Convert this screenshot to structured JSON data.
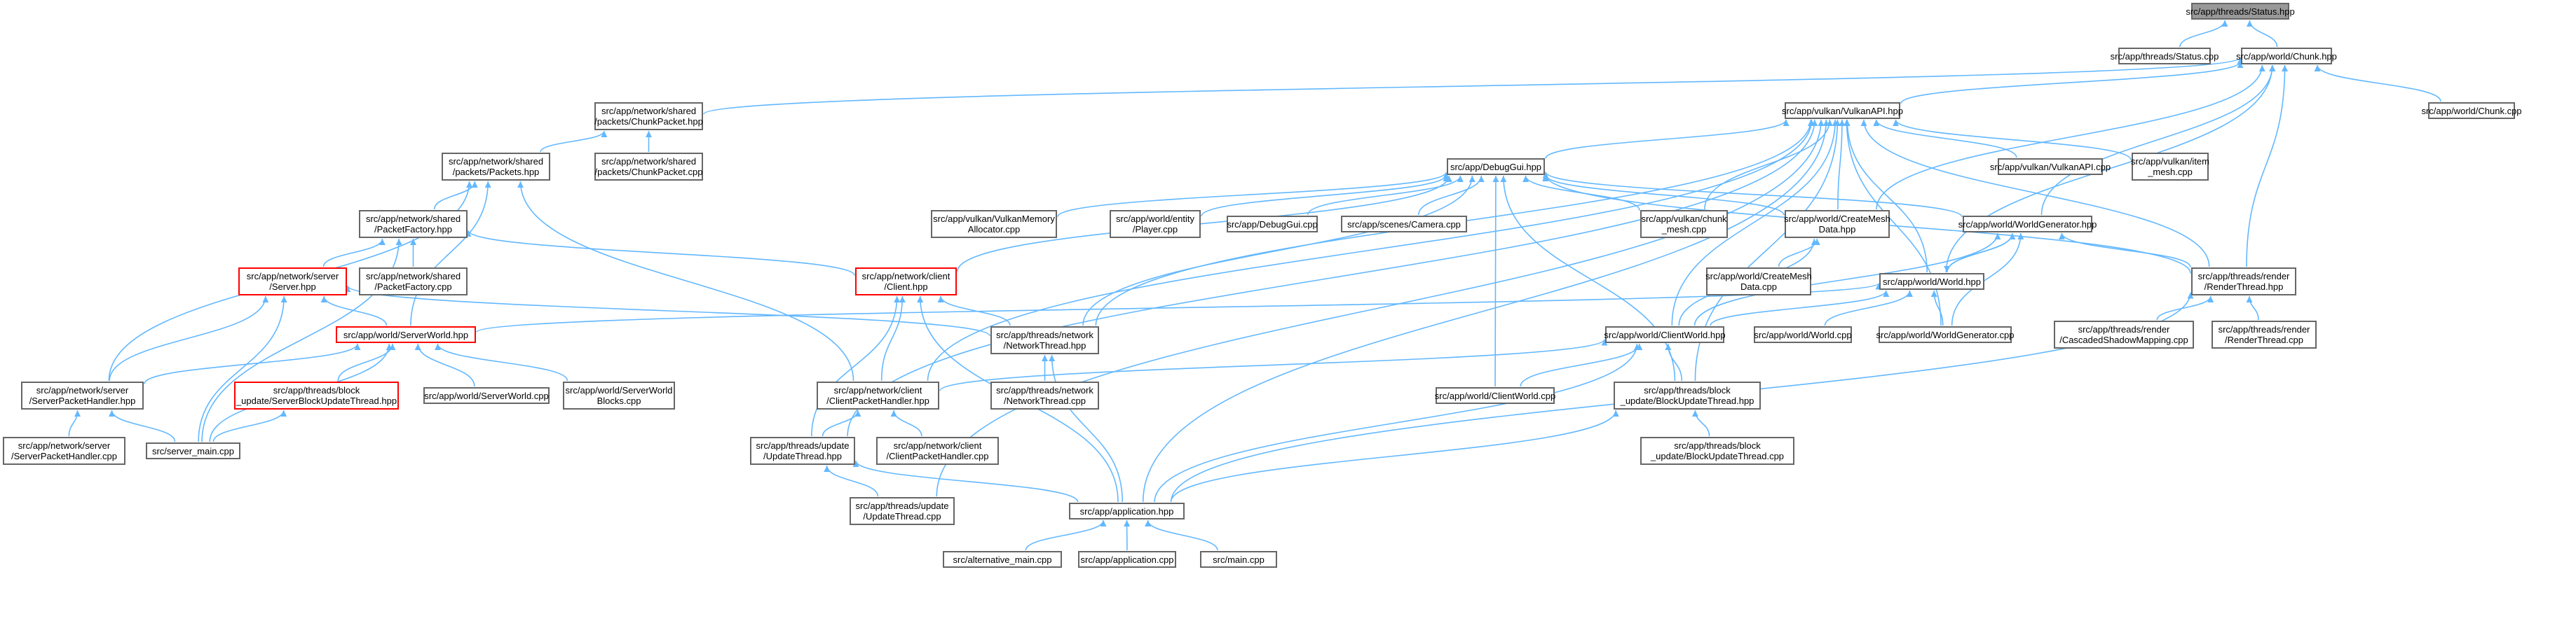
{
  "colors": {
    "edge": "#63b8ff",
    "border": "#666666",
    "highlight_border": "#ff0000",
    "focus_fill": "#999999"
  },
  "nodes": [
    {
      "id": "status_hpp",
      "lines": [
        "src/app/threads/Status.hpp"
      ],
      "style": "focus"
    },
    {
      "id": "status_cpp",
      "lines": [
        "src/app/threads/Status.cpp"
      ]
    },
    {
      "id": "chunk_hpp",
      "lines": [
        "src/app/world/Chunk.hpp"
      ]
    },
    {
      "id": "chunk_cpp",
      "lines": [
        "src/app/world/Chunk.cpp"
      ]
    },
    {
      "id": "chunkpacket_hpp",
      "lines": [
        "src/app/network/shared",
        "/packets/ChunkPacket.hpp"
      ]
    },
    {
      "id": "vulkanapi_hpp",
      "lines": [
        "src/app/vulkan/VulkanAPI.hpp"
      ]
    },
    {
      "id": "chunkpacket_cpp",
      "lines": [
        "src/app/network/shared",
        "/packets/ChunkPacket.cpp"
      ]
    },
    {
      "id": "packets_hpp",
      "lines": [
        "src/app/network/shared",
        "/packets/Packets.hpp"
      ]
    },
    {
      "id": "debuggui_hpp",
      "lines": [
        "src/app/DebugGui.hpp"
      ]
    },
    {
      "id": "vulkanapi_cpp",
      "lines": [
        "src/app/vulkan/VulkanAPI.cpp"
      ]
    },
    {
      "id": "item_mesh_cpp",
      "lines": [
        "src/app/vulkan/item",
        "_mesh.cpp"
      ]
    },
    {
      "id": "packetfactory_hpp",
      "lines": [
        "src/app/network/shared",
        "/PacketFactory.hpp"
      ]
    },
    {
      "id": "vulkanmemory_cpp",
      "lines": [
        "src/app/vulkan/VulkanMemory",
        "Allocator.cpp"
      ]
    },
    {
      "id": "player_cpp",
      "lines": [
        "src/app/world/entity",
        "/Player.cpp"
      ]
    },
    {
      "id": "debuggui_cpp",
      "lines": [
        "src/app/DebugGui.cpp"
      ]
    },
    {
      "id": "camera_cpp",
      "lines": [
        "src/app/scenes/Camera.cpp"
      ]
    },
    {
      "id": "chunk_mesh_cpp",
      "lines": [
        "src/app/vulkan/chunk",
        "_mesh.cpp"
      ]
    },
    {
      "id": "createmesh_hpp",
      "lines": [
        "src/app/world/CreateMesh",
        "Data.hpp"
      ]
    },
    {
      "id": "worldgenerator_hpp",
      "lines": [
        "src/app/world/WorldGenerator.hpp"
      ]
    },
    {
      "id": "server_hpp",
      "lines": [
        "src/app/network/server",
        "/Server.hpp"
      ],
      "style": "red"
    },
    {
      "id": "packetfactory_cpp",
      "lines": [
        "src/app/network/shared",
        "/PacketFactory.cpp"
      ]
    },
    {
      "id": "client_hpp",
      "lines": [
        "src/app/network/client",
        "/Client.hpp"
      ],
      "style": "red"
    },
    {
      "id": "createmesh_cpp",
      "lines": [
        "src/app/world/CreateMesh",
        "Data.cpp"
      ]
    },
    {
      "id": "world_hpp",
      "lines": [
        "src/app/world/World.hpp"
      ]
    },
    {
      "id": "renderthread_hpp",
      "lines": [
        "src/app/threads/render",
        "/RenderThread.hpp"
      ]
    },
    {
      "id": "serverworld_hpp",
      "lines": [
        "src/app/world/ServerWorld.hpp"
      ],
      "style": "red"
    },
    {
      "id": "networkthread_hpp",
      "lines": [
        "src/app/threads/network",
        "/NetworkThread.hpp"
      ]
    },
    {
      "id": "clientworld_hpp",
      "lines": [
        "src/app/world/ClientWorld.hpp"
      ]
    },
    {
      "id": "world_cpp",
      "lines": [
        "src/app/world/World.cpp"
      ]
    },
    {
      "id": "worldgenerator_cpp",
      "lines": [
        "src/app/world/WorldGenerator.cpp"
      ]
    },
    {
      "id": "cascaded_cpp",
      "lines": [
        "src/app/threads/render",
        "/CascadedShadowMapping.cpp"
      ]
    },
    {
      "id": "renderthread_cpp",
      "lines": [
        "src/app/threads/render",
        "/RenderThread.cpp"
      ]
    },
    {
      "id": "serverpackethandler_hpp",
      "lines": [
        "src/app/network/server",
        "/ServerPacketHandler.hpp"
      ]
    },
    {
      "id": "serverblockupdate_hpp",
      "lines": [
        "src/app/threads/block",
        "_update/ServerBlockUpdateThread.hpp"
      ],
      "style": "red"
    },
    {
      "id": "serverworld_cpp",
      "lines": [
        "src/app/world/ServerWorld.cpp"
      ]
    },
    {
      "id": "serverworldblocks_cpp",
      "lines": [
        "src/app/world/ServerWorld",
        "Blocks.cpp"
      ]
    },
    {
      "id": "clientpackethandler_hpp",
      "lines": [
        "src/app/network/client",
        "/ClientPacketHandler.hpp"
      ]
    },
    {
      "id": "networkthread_cpp",
      "lines": [
        "src/app/threads/network",
        "/NetworkThread.cpp"
      ]
    },
    {
      "id": "clientworld_cpp",
      "lines": [
        "src/app/world/ClientWorld.cpp"
      ]
    },
    {
      "id": "blockupdate_hpp",
      "lines": [
        "src/app/threads/block",
        "_update/BlockUpdateThread.hpp"
      ]
    },
    {
      "id": "serverpackethandler_cpp",
      "lines": [
        "src/app/network/server",
        "/ServerPacketHandler.cpp"
      ]
    },
    {
      "id": "server_main_cpp",
      "lines": [
        "src/server_main.cpp"
      ]
    },
    {
      "id": "updatethread_hpp",
      "lines": [
        "src/app/threads/update",
        "/UpdateThread.hpp"
      ]
    },
    {
      "id": "clientpackethandler_cpp",
      "lines": [
        "src/app/network/client",
        "/ClientPacketHandler.cpp"
      ]
    },
    {
      "id": "blockupdate_cpp",
      "lines": [
        "src/app/threads/block",
        "_update/BlockUpdateThread.cpp"
      ]
    },
    {
      "id": "updatethread_cpp",
      "lines": [
        "src/app/threads/update",
        "/UpdateThread.cpp"
      ]
    },
    {
      "id": "application_hpp",
      "lines": [
        "src/app/application.hpp"
      ]
    },
    {
      "id": "alternative_main_cpp",
      "lines": [
        "src/alternative_main.cpp"
      ]
    },
    {
      "id": "application_cpp",
      "lines": [
        "src/app/application.cpp"
      ]
    },
    {
      "id": "main_cpp",
      "lines": [
        "src/main.cpp"
      ]
    }
  ],
  "edges": [
    [
      "status_cpp",
      "status_hpp"
    ],
    [
      "chunk_hpp",
      "status_hpp"
    ],
    [
      "chunk_cpp",
      "chunk_hpp"
    ],
    [
      "chunkpacket_hpp",
      "chunk_hpp"
    ],
    [
      "vulkanapi_hpp",
      "chunk_hpp"
    ],
    [
      "createmesh_hpp",
      "chunk_hpp"
    ],
    [
      "worldgenerator_hpp",
      "chunk_hpp"
    ],
    [
      "world_hpp",
      "chunk_hpp"
    ],
    [
      "renderthread_hpp",
      "chunk_hpp"
    ],
    [
      "chunkpacket_cpp",
      "chunkpacket_hpp"
    ],
    [
      "packets_hpp",
      "chunkpacket_hpp"
    ],
    [
      "packetfactory_hpp",
      "packets_hpp"
    ],
    [
      "serverpackethandler_hpp",
      "packets_hpp"
    ],
    [
      "serverworld_hpp",
      "packets_hpp"
    ],
    [
      "clientpackethandler_hpp",
      "packets_hpp"
    ],
    [
      "server_hpp",
      "packetfactory_hpp"
    ],
    [
      "packetfactory_cpp",
      "packetfactory_hpp"
    ],
    [
      "client_hpp",
      "packetfactory_hpp"
    ],
    [
      "server_main_cpp",
      "packetfactory_hpp"
    ],
    [
      "debuggui_hpp",
      "vulkanapi_hpp"
    ],
    [
      "vulkanapi_cpp",
      "vulkanapi_hpp"
    ],
    [
      "item_mesh_cpp",
      "vulkanapi_hpp"
    ],
    [
      "chunk_mesh_cpp",
      "vulkanapi_hpp"
    ],
    [
      "createmesh_hpp",
      "vulkanapi_hpp"
    ],
    [
      "world_hpp",
      "vulkanapi_hpp"
    ],
    [
      "clientworld_hpp",
      "vulkanapi_hpp"
    ],
    [
      "renderthread_hpp",
      "vulkanapi_hpp"
    ],
    [
      "worldgenerator_cpp",
      "vulkanapi_hpp"
    ],
    [
      "networkthread_hpp",
      "vulkanapi_hpp"
    ],
    [
      "clientpackethandler_hpp",
      "vulkanapi_hpp"
    ],
    [
      "updatethread_hpp",
      "vulkanapi_hpp"
    ],
    [
      "blockupdate_hpp",
      "vulkanapi_hpp"
    ],
    [
      "application_hpp",
      "vulkanapi_hpp"
    ],
    [
      "updatethread_cpp",
      "vulkanapi_hpp"
    ],
    [
      "vulkanmemory_cpp",
      "debuggui_hpp"
    ],
    [
      "player_cpp",
      "debuggui_hpp"
    ],
    [
      "debuggui_cpp",
      "debuggui_hpp"
    ],
    [
      "camera_cpp",
      "debuggui_hpp"
    ],
    [
      "chunk_mesh_cpp",
      "debuggui_hpp"
    ],
    [
      "createmesh_hpp",
      "debuggui_hpp"
    ],
    [
      "worldgenerator_hpp",
      "debuggui_hpp"
    ],
    [
      "client_hpp",
      "debuggui_hpp"
    ],
    [
      "networkthread_hpp",
      "debuggui_hpp"
    ],
    [
      "renderthread_hpp",
      "debuggui_hpp"
    ],
    [
      "clientworld_cpp",
      "debuggui_hpp"
    ],
    [
      "blockupdate_hpp",
      "debuggui_hpp"
    ],
    [
      "createmesh_cpp",
      "createmesh_hpp"
    ],
    [
      "clientworld_hpp",
      "createmesh_hpp"
    ],
    [
      "world_hpp",
      "worldgenerator_hpp"
    ],
    [
      "renderthread_hpp",
      "worldgenerator_hpp"
    ],
    [
      "clientworld_hpp",
      "worldgenerator_hpp"
    ],
    [
      "worldgenerator_cpp",
      "worldgenerator_hpp"
    ],
    [
      "worldgenerator_hpp",
      "world_hpp"
    ],
    [
      "serverworld_hpp",
      "world_hpp"
    ],
    [
      "clientworld_hpp",
      "world_hpp"
    ],
    [
      "world_cpp",
      "world_hpp"
    ],
    [
      "worldgenerator_cpp",
      "world_hpp"
    ],
    [
      "cascaded_cpp",
      "renderthread_hpp"
    ],
    [
      "renderthread_cpp",
      "renderthread_hpp"
    ],
    [
      "application_hpp",
      "renderthread_hpp"
    ],
    [
      "serverworld_hpp",
      "server_hpp"
    ],
    [
      "serverpackethandler_hpp",
      "server_hpp"
    ],
    [
      "server_main_cpp",
      "server_hpp"
    ],
    [
      "networkthread_hpp",
      "server_hpp"
    ],
    [
      "networkthread_hpp",
      "client_hpp"
    ],
    [
      "clientpackethandler_hpp",
      "client_hpp"
    ],
    [
      "updatethread_hpp",
      "client_hpp"
    ],
    [
      "application_hpp",
      "client_hpp"
    ],
    [
      "serverpackethandler_hpp",
      "serverworld_hpp"
    ],
    [
      "serverblockupdate_hpp",
      "serverworld_hpp"
    ],
    [
      "serverworld_cpp",
      "serverworld_hpp"
    ],
    [
      "serverworldblocks_cpp",
      "serverworld_hpp"
    ],
    [
      "server_main_cpp",
      "serverworld_hpp"
    ],
    [
      "networkthread_cpp",
      "networkthread_hpp"
    ],
    [
      "application_hpp",
      "networkthread_hpp"
    ],
    [
      "clientpackethandler_hpp",
      "clientworld_hpp"
    ],
    [
      "clientworld_cpp",
      "clientworld_hpp"
    ],
    [
      "blockupdate_hpp",
      "clientworld_hpp"
    ],
    [
      "application_hpp",
      "clientworld_hpp"
    ],
    [
      "serverpackethandler_cpp",
      "serverpackethandler_hpp"
    ],
    [
      "server_main_cpp",
      "serverpackethandler_hpp"
    ],
    [
      "server_main_cpp",
      "serverblockupdate_hpp"
    ],
    [
      "updatethread_hpp",
      "clientpackethandler_hpp"
    ],
    [
      "clientpackethandler_cpp",
      "clientpackethandler_hpp"
    ],
    [
      "blockupdate_cpp",
      "blockupdate_hpp"
    ],
    [
      "application_hpp",
      "blockupdate_hpp"
    ],
    [
      "updatethread_cpp",
      "updatethread_hpp"
    ],
    [
      "application_hpp",
      "updatethread_hpp"
    ],
    [
      "alternative_main_cpp",
      "application_hpp"
    ],
    [
      "application_cpp",
      "application_hpp"
    ],
    [
      "main_cpp",
      "application_hpp"
    ]
  ]
}
